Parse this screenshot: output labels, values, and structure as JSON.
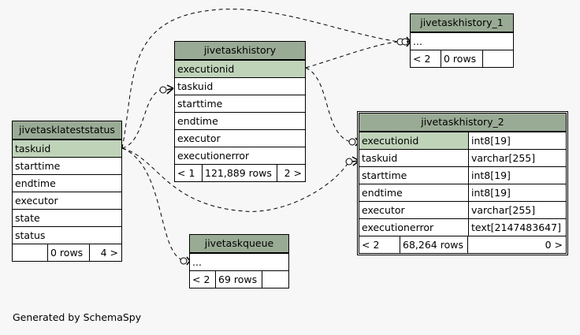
{
  "tables": {
    "latest": {
      "name": "jivetasklateststatus",
      "columns": [
        "taskuid",
        "starttime",
        "endtime",
        "executor",
        "state",
        "status"
      ],
      "footer": [
        "",
        "0 rows",
        "4 >"
      ]
    },
    "history": {
      "name": "jivetaskhistory",
      "columns": [
        "executionid",
        "taskuid",
        "starttime",
        "endtime",
        "executor",
        "executionerror"
      ],
      "footer": [
        "< 1",
        "121,889 rows",
        "2 >"
      ]
    },
    "history1": {
      "name": "jivetaskhistory_1",
      "columns": [
        "..."
      ],
      "footer": [
        "< 2",
        "0 rows",
        ""
      ]
    },
    "history2": {
      "name": "jivetaskhistory_2",
      "columns": [
        {
          "name": "executionid",
          "type": "int8[19]"
        },
        {
          "name": "taskuid",
          "type": "varchar[255]"
        },
        {
          "name": "starttime",
          "type": "int8[19]"
        },
        {
          "name": "endtime",
          "type": "int8[19]"
        },
        {
          "name": "executor",
          "type": "varchar[255]"
        },
        {
          "name": "executionerror",
          "type": "text[2147483647]"
        }
      ],
      "footer": [
        "< 2",
        "68,264 rows",
        "0 >"
      ]
    },
    "queue": {
      "name": "jivetaskqueue",
      "columns": [
        "..."
      ],
      "footer": [
        "< 2",
        "69 rows",
        ""
      ]
    }
  },
  "credit": "Generated by SchemaSpy",
  "colors": {
    "header": "#9aab95",
    "key": "#bfd3b9",
    "background": "#f7f7f7"
  }
}
